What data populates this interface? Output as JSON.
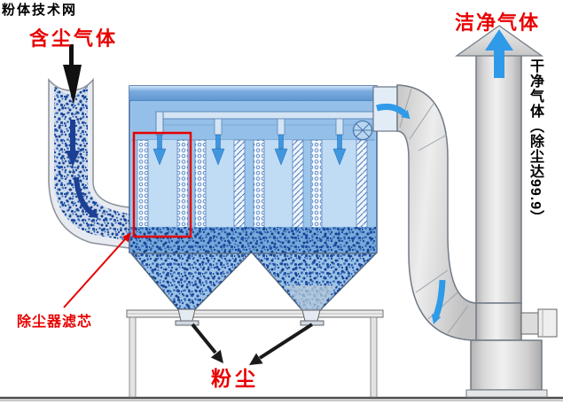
{
  "watermark": {
    "text": "粉体技术网"
  },
  "labels": {
    "inlet_gas": "含尘气体",
    "clean_gas": "洁净气体",
    "stack_note": "干净气体（除尘达99.9）",
    "filter_cartridge": "除尘器滤芯",
    "dust": "粉尘"
  },
  "colors": {
    "annotation_red": "#e80000",
    "flow_arrow_blue": "#2f9ae8",
    "dust_particle_blue": "#1b4ba0",
    "housing_blue": "#a5cbee",
    "duct_gray": "#d9d9d9",
    "watermark_black": "#000000"
  },
  "components": [
    "inlet-duct",
    "filter-housing",
    "pulse-jet-manifold",
    "spray-nozzles",
    "filter-cartridges",
    "highlight-box",
    "dust-layer",
    "dust-hoppers",
    "support-frame",
    "outlet-elbow-duct",
    "fan-unit",
    "exhaust-stack",
    "ground"
  ]
}
